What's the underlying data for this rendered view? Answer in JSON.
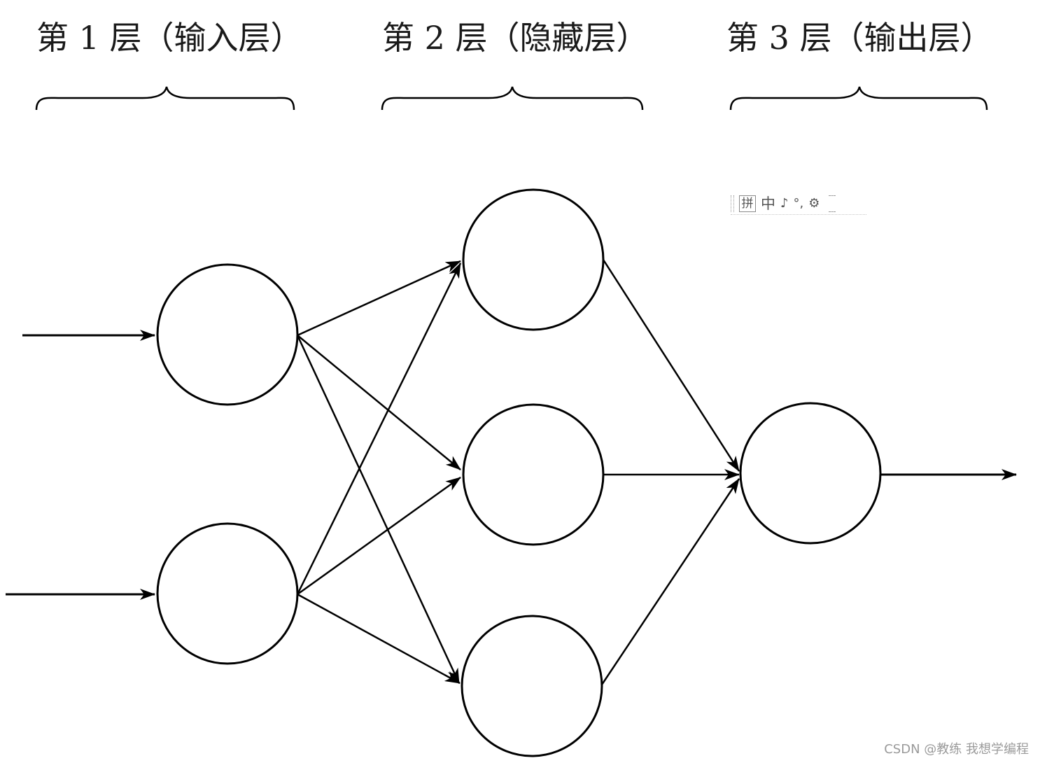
{
  "layers": [
    {
      "title": "第 1 层（输入层）"
    },
    {
      "title": "第 2 层（隐藏层）"
    },
    {
      "title": "第 3 层（输出层）"
    }
  ],
  "ime_toolbar": {
    "items": [
      "拼",
      "中",
      "♪",
      "°,",
      "⚙"
    ]
  },
  "watermark": "CSDN @教练 我想学编程",
  "colors": {
    "stroke": "#000000",
    "background": "#ffffff",
    "watermark": "#9a9a9a"
  }
}
